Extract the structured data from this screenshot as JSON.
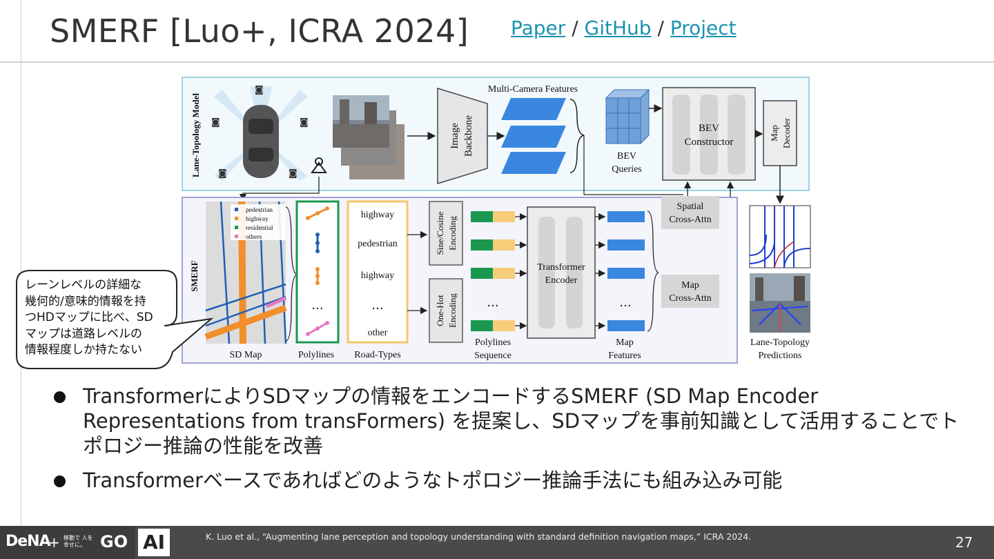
{
  "header": {
    "title": "SMERF [Luo+, ICRA 2024]",
    "links": [
      {
        "label": "Paper"
      },
      {
        "sep": "/"
      },
      {
        "label": "GitHub"
      },
      {
        "sep": "/"
      },
      {
        "label": "Project"
      }
    ]
  },
  "diagram": {
    "top_label": "Lane-Topology Model",
    "bottom_label": "SMERF",
    "multi_camera_features": "Multi-Camera Features",
    "image_backbone": [
      "Image",
      "Backbone"
    ],
    "bev_queries": [
      "BEV",
      "Queries"
    ],
    "bev_constructor": [
      "BEV",
      "Constructor"
    ],
    "map_decoder": [
      "Map",
      "Decoder"
    ],
    "spatial_cross_attn": [
      "Spatial",
      "Cross-Attn"
    ],
    "map_cross_attn": [
      "Map",
      "Cross-Attn"
    ],
    "sd_map": "SD Map",
    "legend": [
      "pedestrian",
      "highway",
      "residential",
      "others"
    ],
    "polylines": "Polylines",
    "road_types_label": "Road-Types",
    "road_types": [
      "highway",
      "pedestrian",
      "highway",
      "...",
      "other"
    ],
    "sine_cosine": [
      "Sine/Cosine",
      "Encoding"
    ],
    "one_hot": [
      "One-Hot",
      "Encoding"
    ],
    "polylines_sequence": [
      "Polylines",
      "Sequence"
    ],
    "transformer_encoder": [
      "Transformer",
      "Encoder"
    ],
    "map_features": [
      "Map",
      "Features"
    ],
    "lane_topology_predictions": [
      "Lane-Topology",
      "Predictions"
    ],
    "ellipsis": "...",
    "colors": {
      "pedestrian": "#1f5fb4",
      "highway": "#f28e2b",
      "residential": "#1a9850",
      "others": "#e377c2",
      "polylines_box": "#1a9850",
      "roadtypes_box": "#f7c56a",
      "feature_blue": "#3a87e0"
    }
  },
  "callout": [
    "レーンレベルの詳細な",
    "幾何的/意味的情報を持",
    "つHDマップに比べ、SD",
    "マップは道路レベルの",
    "情報程度しか持たない"
  ],
  "bullets": [
    "TransformerによりSDマップの情報をエンコードするSMERF (SD Map Encoder Representations from transFormers) を提案し、SDマップを事前知識として活用することでトポロジー推論の性能を改善",
    "Transformerベースであればどのようなトポロジー推論手法にも組み込み可能"
  ],
  "footer": {
    "brand": "DeNA",
    "plus": "+",
    "slogan": "移動で 人を幸せに。",
    "go": "GO",
    "ai": "AI",
    "citation": "K. Luo et al., “Augmenting lane perception and topology understanding with standard definition navigation maps,” ICRA 2024.",
    "page": "27"
  }
}
